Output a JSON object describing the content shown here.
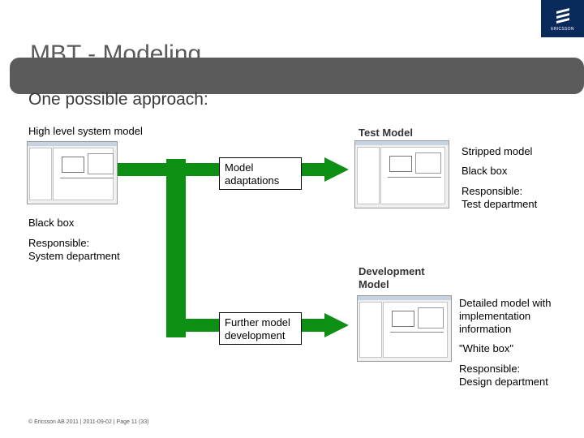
{
  "slide": {
    "title": "MBT - Modeling",
    "subtitle": "One possible approach:"
  },
  "logo": {
    "text": "ERICSSON"
  },
  "left": {
    "header": "High level system model",
    "black_box": "Black box",
    "responsible_1": "Responsible:",
    "responsible_2": "System department"
  },
  "center": {
    "adapt_1": "Model",
    "adapt_2": "adaptations",
    "further_1": "Further model",
    "further_2": "development"
  },
  "test": {
    "header": "Test Model",
    "stripped": "Stripped model",
    "black_box": "Black box",
    "responsible_1": "Responsible:",
    "responsible_2": "Test department"
  },
  "dev": {
    "header_1": "Development",
    "header_2": "Model",
    "detail_1": "Detailed model with",
    "detail_2": "implementation",
    "detail_3": "information",
    "white_box": "\"White box\"",
    "responsible_1": "Responsible:",
    "responsible_2": "Design department"
  },
  "footer": {
    "text": "© Ericsson AB 2011  |  2011-09-02  |  Page  11 (33)"
  },
  "colors": {
    "accent_green": "#0d8f14",
    "title_bar": "#5b5b5b",
    "logo_bg": "#0b2a5c"
  }
}
